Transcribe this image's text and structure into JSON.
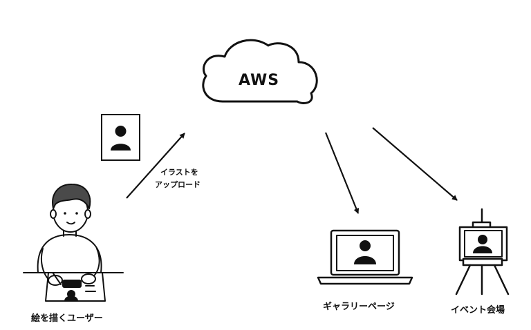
{
  "cloud": {
    "label": "AWS"
  },
  "upload": {
    "line1": "イラストを",
    "line2": "アップロード"
  },
  "user": {
    "label": "絵を描くユーザー"
  },
  "gallery": {
    "label": "ギャラリーページ"
  },
  "event": {
    "label": "イベント会場"
  },
  "colors": {
    "ink": "#111111",
    "skin": "#ffffff",
    "hair": "#4a4a4a"
  }
}
